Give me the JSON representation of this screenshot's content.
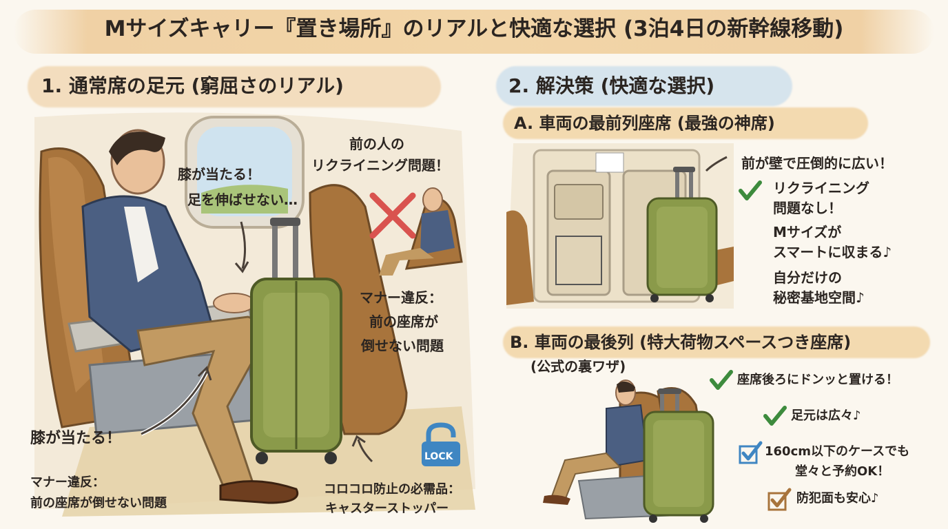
{
  "title": "Mサイズキャリー『置き場所』のリアルと快適な選択 (3泊4日の新幹線移動)",
  "left": {
    "heading": "1. 通常席の足元 (窮屈さのリアル)",
    "callout_knee_1": "膝が当たる！",
    "callout_knee_2": "足を伸ばせない…",
    "callout_recline_1": "前の人の",
    "callout_recline_2": "リクライニング問題！",
    "callout_manner_1": "マナー違反：",
    "callout_manner_2": "前の座席が",
    "callout_manner_3": "倒せない問題",
    "callout_knee_bottom": "膝が当たる！",
    "bottom_manner_1": "マナー違反：",
    "bottom_manner_2": "前の座席が倒せない問題",
    "lock_label": "LOCK",
    "stopper_1": "コロコロ防止の必需品：",
    "stopper_2": "キャスターストッパー"
  },
  "right": {
    "heading": "2. 解決策 (快適な選択)",
    "a": {
      "heading": "A. 車両の最前列座席 (最強の神席)",
      "wall": "前が壁で圧倒的に広い！",
      "p1_1": "リクライニング",
      "p1_2": "問題なし！",
      "p2_1": "Mサイズが",
      "p2_2": "スマートに収まる♪",
      "p3_1": "自分だけの",
      "p3_2": "秘密基地空間♪"
    },
    "b": {
      "heading": "B. 車両の最後列 (特大荷物スペースつき座席)",
      "sub": "(公式の裏ワザ)",
      "p1": "座席後ろにドンッと置ける！",
      "p2": "足元は広々♪",
      "p3_1": "160cm以下のケースでも",
      "p3_2": "堂々と予約OK！",
      "p4": "防犯面も安心♪"
    }
  },
  "colors": {
    "suitcase": "#8a9a4a",
    "seat": "#a8743c",
    "check": "#3d8b3d",
    "cross": "#d9534f",
    "lock": "#3f86c2",
    "banner": "#ecc48c",
    "heading_blue": "#cfe2ef"
  }
}
